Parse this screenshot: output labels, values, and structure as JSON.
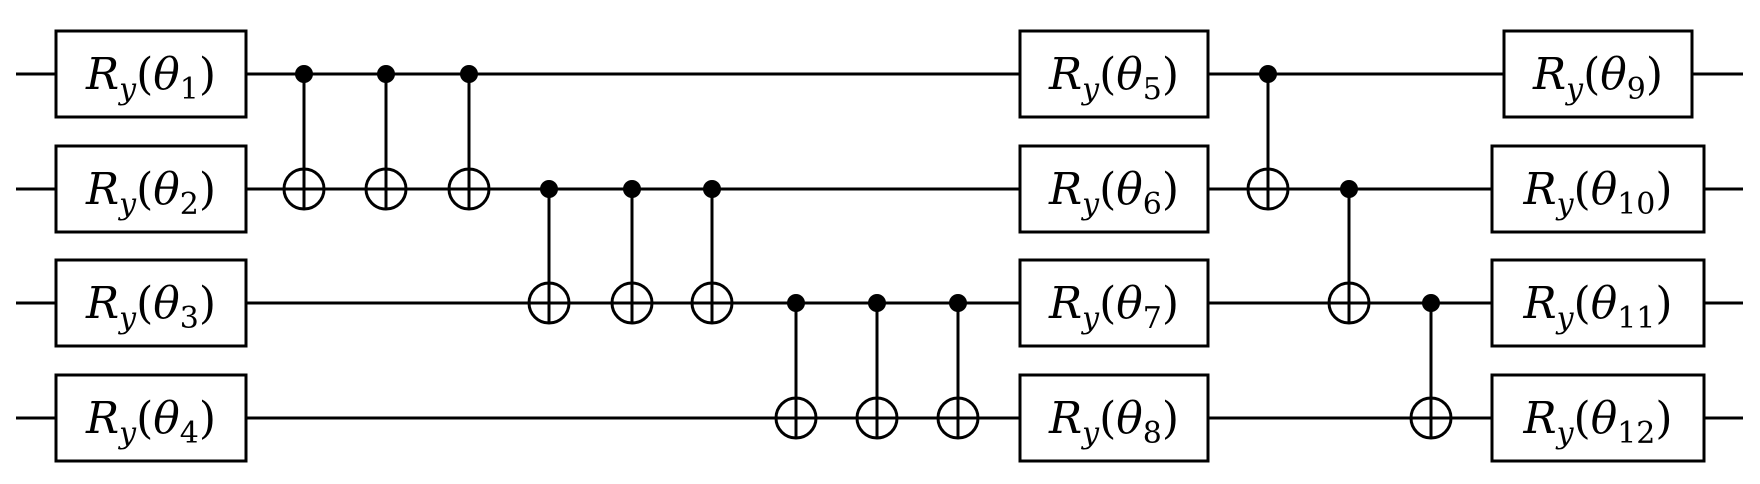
{
  "diagram": {
    "qubit_count": 4,
    "gates": [
      {
        "id": 1,
        "qubit": 0,
        "label": "Ry(θ1)",
        "name": "R",
        "sub": "y",
        "param": "θ",
        "index": "1"
      },
      {
        "id": 2,
        "qubit": 1,
        "label": "Ry(θ2)",
        "name": "R",
        "sub": "y",
        "param": "θ",
        "index": "2"
      },
      {
        "id": 3,
        "qubit": 2,
        "label": "Ry(θ3)",
        "name": "R",
        "sub": "y",
        "param": "θ",
        "index": "3"
      },
      {
        "id": 4,
        "qubit": 3,
        "label": "Ry(θ4)",
        "name": "R",
        "sub": "y",
        "param": "θ",
        "index": "4"
      },
      {
        "id": 5,
        "qubit": 0,
        "label": "Ry(θ5)",
        "name": "R",
        "sub": "y",
        "param": "θ",
        "index": "5"
      },
      {
        "id": 6,
        "qubit": 1,
        "label": "Ry(θ6)",
        "name": "R",
        "sub": "y",
        "param": "θ",
        "index": "6"
      },
      {
        "id": 7,
        "qubit": 2,
        "label": "Ry(θ7)",
        "name": "R",
        "sub": "y",
        "param": "θ",
        "index": "7"
      },
      {
        "id": 8,
        "qubit": 3,
        "label": "Ry(θ8)",
        "name": "R",
        "sub": "y",
        "param": "θ",
        "index": "8"
      },
      {
        "id": 9,
        "qubit": 0,
        "label": "Ry(θ9)",
        "name": "R",
        "sub": "y",
        "param": "θ",
        "index": "9"
      },
      {
        "id": 10,
        "qubit": 1,
        "label": "Ry(θ10)",
        "name": "R",
        "sub": "y",
        "param": "θ",
        "index": "10"
      },
      {
        "id": 11,
        "qubit": 2,
        "label": "Ry(θ11)",
        "name": "R",
        "sub": "y",
        "param": "θ",
        "index": "11"
      },
      {
        "id": 12,
        "qubit": 3,
        "label": "Ry(θ12)",
        "name": "R",
        "sub": "y",
        "param": "θ",
        "index": "12"
      }
    ],
    "cnots": [
      {
        "control": 0,
        "target": 1
      },
      {
        "control": 0,
        "target": 1
      },
      {
        "control": 0,
        "target": 1
      },
      {
        "control": 1,
        "target": 2
      },
      {
        "control": 1,
        "target": 2
      },
      {
        "control": 1,
        "target": 2
      },
      {
        "control": 2,
        "target": 3
      },
      {
        "control": 2,
        "target": 3
      },
      {
        "control": 2,
        "target": 3
      },
      {
        "control": 0,
        "target": 1
      },
      {
        "control": 1,
        "target": 2
      },
      {
        "control": 2,
        "target": 3
      }
    ],
    "colors": {
      "line": "#000000",
      "background": "#ffffff"
    }
  }
}
